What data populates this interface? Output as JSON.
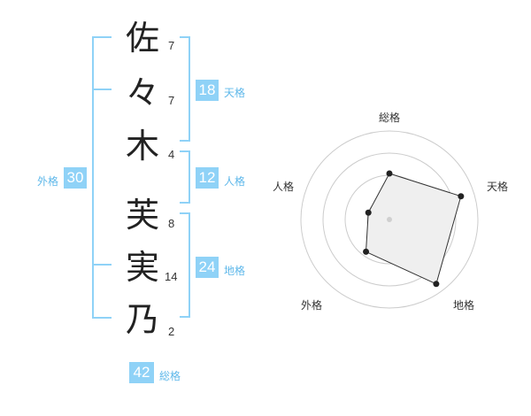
{
  "name": {
    "chars": [
      {
        "char": "佐",
        "strokes": "7"
      },
      {
        "char": "々",
        "strokes": "7"
      },
      {
        "char": "木",
        "strokes": "4"
      },
      {
        "char": "芙",
        "strokes": "8"
      },
      {
        "char": "実",
        "strokes": "14"
      },
      {
        "char": "乃",
        "strokes": "2"
      }
    ]
  },
  "kaku": {
    "tenkaku": {
      "value": "18",
      "label": "天格"
    },
    "jinkaku": {
      "value": "12",
      "label": "人格"
    },
    "chikaku": {
      "value": "24",
      "label": "地格"
    },
    "gaikaku": {
      "value": "30",
      "label": "外格"
    },
    "soukaku": {
      "value": "42",
      "label": "総格"
    }
  },
  "chart_data": {
    "type": "radar",
    "axes": [
      "総格",
      "天格",
      "地格",
      "外格",
      "人格"
    ],
    "values": [
      0.52,
      0.85,
      0.9,
      0.45,
      0.25
    ],
    "range": [
      0,
      1
    ],
    "rings": 4,
    "grid": true
  },
  "colors": {
    "accent": "#8fd2f7",
    "accent_text": "#5fb8ea",
    "fill": "#efefef",
    "ring": "#cccccc"
  }
}
